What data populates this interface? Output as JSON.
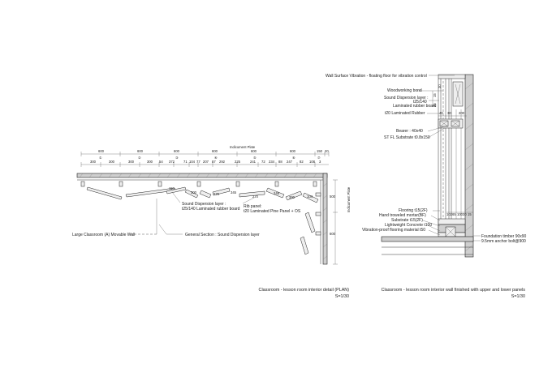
{
  "plan": {
    "dims_top": [
      "600",
      "600",
      "600",
      "600",
      "600",
      "600",
      "150",
      "20"
    ],
    "dims_mid": [
      "300",
      "300",
      "300",
      "300",
      "54",
      "372",
      "71",
      "104",
      "77",
      "207",
      "87",
      "292",
      "225",
      "241",
      "72",
      "234",
      "88",
      "247",
      "82",
      "108",
      "3"
    ],
    "grid_marks": [
      "①",
      "②",
      "③",
      "④",
      "⑤",
      "⑥",
      "⑦"
    ],
    "axis_label": "Indicument Plate",
    "side_axis_label": "Indicument Plate",
    "side_dims": [
      "500",
      "600"
    ],
    "panel_dims": [
      "110",
      "300",
      "270",
      "345",
      "270",
      "248",
      "390",
      "104"
    ],
    "label_sound": "Sound Dispersion layer :",
    "label_sound2": "t25/140 Laminated rubber board",
    "label_rib": "Rib panel:",
    "label_rib2": "t20 Laminated Pine Panel + OS",
    "label_classroom": "Large Classroom (A)  Movable Wall",
    "label_general": "General Section : Sound Dispersion layer",
    "caption": "Classroom - lesson room interior detail (PLAN)",
    "scale": "S=1/30"
  },
  "section": {
    "label_wall": "Wall Surface Vibration - floating floor for vibration control",
    "label_woodworking": "Woodworking bond",
    "label_sound": "Sound Dispersion layer :",
    "label_sound2": "t25/140",
    "label_sound3": "Laminated rubber board",
    "label_rubber": "t20 Laminated Rubber",
    "label_bearer": "Bearer : 40x40",
    "label_substrate": "ST FL Substrate t0.8x150",
    "dims_top": [
      "40",
      "30",
      "200"
    ],
    "dims_side": [
      "15",
      "25",
      "30"
    ],
    "dims_bottom": [
      "102",
      "65",
      "100",
      "30",
      "15"
    ],
    "label_flooring": "Flooring t15(2F)",
    "label_mortar": "Hand troweled mortar(BF)",
    "label_substrate2": "Substrate t15(2F)",
    "label_concrete": "Lightweight Concrete t100",
    "label_vib": "Vibration-proof flooring material t50",
    "label_foundation": "Foundation timber 90x90",
    "label_anchor": "9.5mm anchor bolt@900",
    "caption": "Classroom - lesson room interior wall finished with upper and lower panels",
    "scale": "S=1/30"
  }
}
